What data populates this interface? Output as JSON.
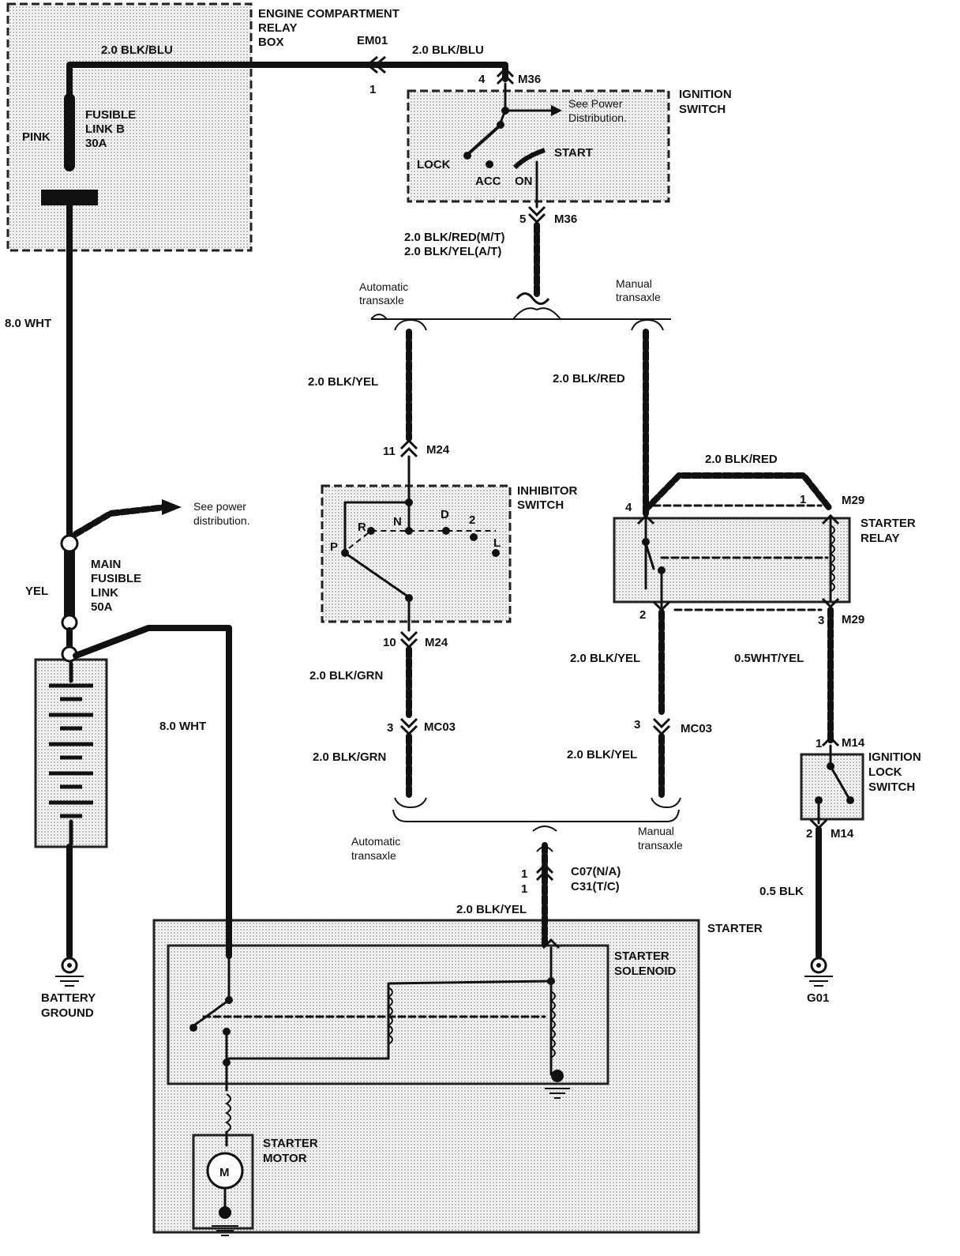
{
  "title": "",
  "relay_box": {
    "label_line1": "ENGINE COMPARTMENT",
    "label_line2": "RELAY",
    "label_line3": "BOX"
  },
  "fusible_link_b": {
    "line1": "FUSIBLE",
    "line2": "LINK B",
    "line3": "30A",
    "wire_color": "PINK"
  },
  "wires": {
    "top_left": "2.0 BLK/BLU",
    "top_right": "2.0 BLK/BLU",
    "left_main": "8.0 WHT",
    "starter_feed": "8.0 WHT",
    "ign_out_mt": "2.0 BLK/RED(M/T)",
    "ign_out_at": "2.0 BLK/YEL(A/T)",
    "auto_feed": "2.0 BLK/YEL",
    "manual_feed": "2.0 BLK/RED",
    "relay_loop": "2.0 BLK/RED",
    "inhib_out1": "2.0 BLK/GRN",
    "inhib_out2": "2.0 BLK/GRN",
    "relay_out1": "2.0 BLK/YEL",
    "relay_out2": "2.0 BLK/YEL",
    "relay_coil_out": "0.5WHT/YEL",
    "starter_in": "2.0 BLK/YEL",
    "lock_ground": "0.5 BLK",
    "main_link_color": "YEL"
  },
  "connectors": {
    "em01": "EM01",
    "em01_pin": "1",
    "m36_top_pin": "4",
    "m36_top": "M36",
    "m36_bot_pin": "5",
    "m36_bot": "M36",
    "m24_top_pin": "11",
    "m24_top": "M24",
    "m24_bot_pin": "10",
    "m24_bot": "M24",
    "mc03_left_pin": "3",
    "mc03_left": "MC03",
    "mc03_right_pin": "3",
    "mc03_right": "MC03",
    "m29_top": "M29",
    "m29_bot": "M29",
    "relay_pin4": "4",
    "relay_pin1": "1",
    "relay_pin2": "2",
    "relay_pin3": "3",
    "m14_top_pin": "1",
    "m14_top": "M14",
    "m14_bot_pin": "2",
    "m14_bot": "M14",
    "c07_pin": "1",
    "c07": "C07(N/A)",
    "c31_pin": "1",
    "c31": "C31(T/C)"
  },
  "ignition_switch": {
    "label_line1": "IGNITION",
    "label_line2": "SWITCH",
    "see_power_line1": "See Power",
    "see_power_line2": "Distribution.",
    "lock": "LOCK",
    "acc": "ACC",
    "on": "ON",
    "start": "START"
  },
  "transaxle": {
    "auto_top_line1": "Automatic",
    "auto_top_line2": "transaxle",
    "manual_top_line1": "Manual",
    "manual_top_line2": "transaxle",
    "auto_bot_line1": "Automatic",
    "auto_bot_line2": "transaxle",
    "manual_bot_line1": "Manual",
    "manual_bot_line2": "transaxle"
  },
  "inhibitor_switch": {
    "label_line1": "INHIBITOR",
    "label_line2": "SWITCH",
    "positions": [
      "P",
      "R",
      "N",
      "D",
      "2",
      "L"
    ]
  },
  "starter_relay": {
    "label_line1": "STARTER",
    "label_line2": "RELAY"
  },
  "ignition_lock_switch": {
    "label_line1": "IGNITION",
    "label_line2": "LOCK",
    "label_line3": "SWITCH"
  },
  "power_dist_left": {
    "line1": "See power",
    "line2": "distribution."
  },
  "main_fusible_link": {
    "line1": "MAIN",
    "line2": "FUSIBLE",
    "line3": "LINK",
    "line4": "50A"
  },
  "battery_ground": {
    "line1": "BATTERY",
    "line2": "GROUND"
  },
  "ground_g01": "G01",
  "starter": {
    "label": "STARTER",
    "solenoid_line1": "STARTER",
    "solenoid_line2": "SOLENOID",
    "motor_line1": "STARTER",
    "motor_line2": "MOTOR",
    "motor_symbol": "M"
  },
  "colors": {
    "ink": "#111111",
    "shade": "#d9d9d9"
  }
}
